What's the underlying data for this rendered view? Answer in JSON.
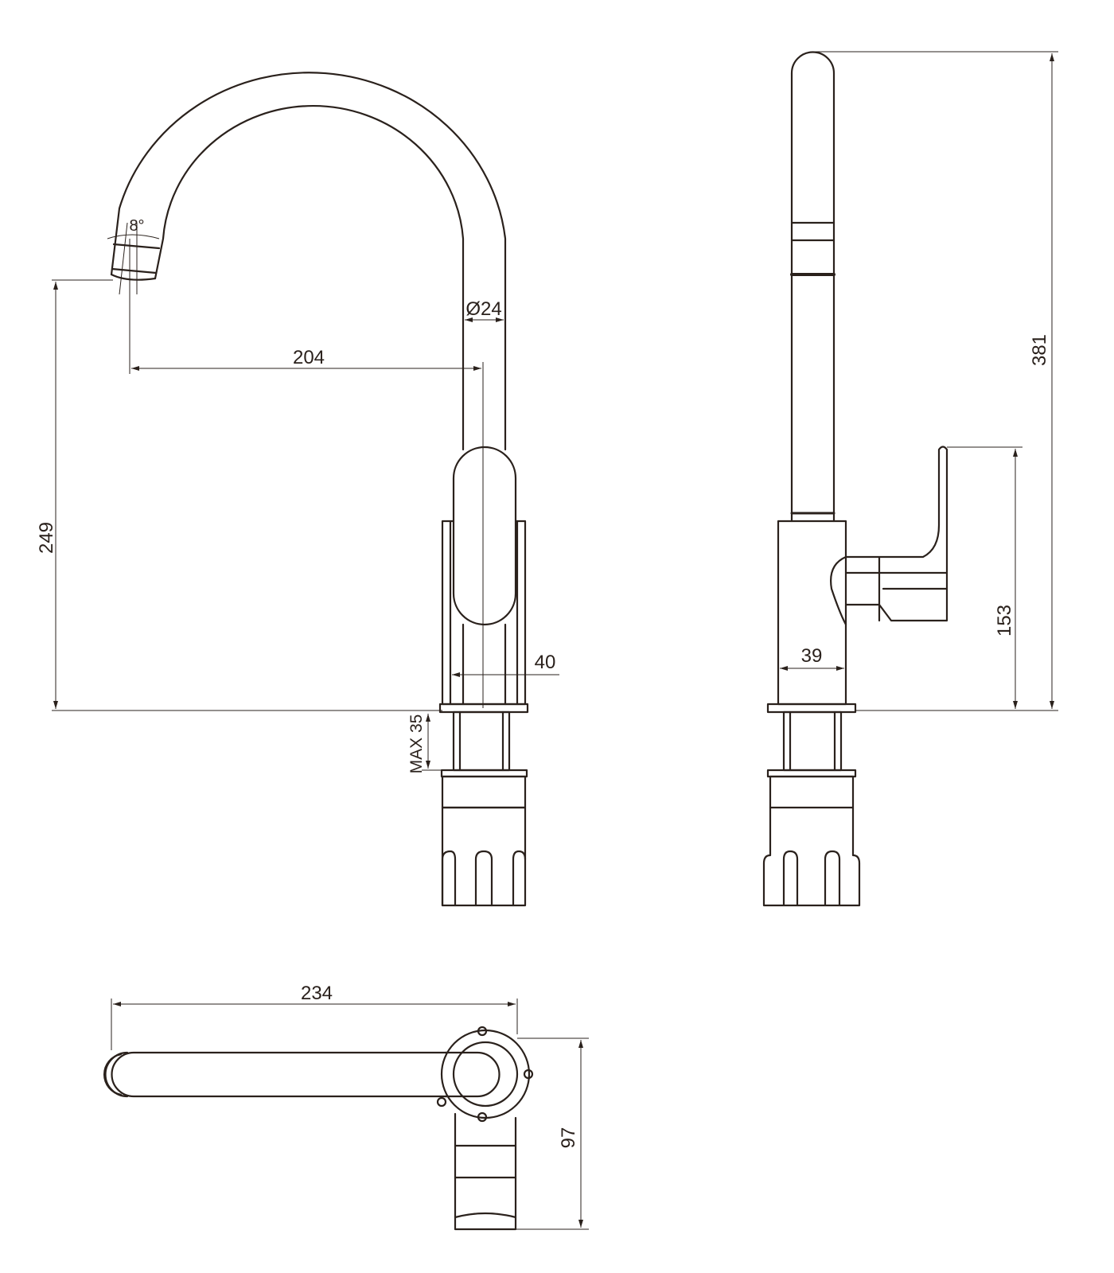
{
  "drawing": {
    "front_view": {
      "spout_angle": "8°",
      "pipe_diameter": "Ø24",
      "spout_reach": "204",
      "spout_height": "249",
      "body_width": "40",
      "max_counter_thickness": "MAX 35"
    },
    "side_view": {
      "total_height": "381",
      "lever_height": "153",
      "body_depth": "39"
    },
    "top_view": {
      "total_length": "234",
      "lever_projection": "97"
    },
    "line_color": "#2a211c"
  }
}
